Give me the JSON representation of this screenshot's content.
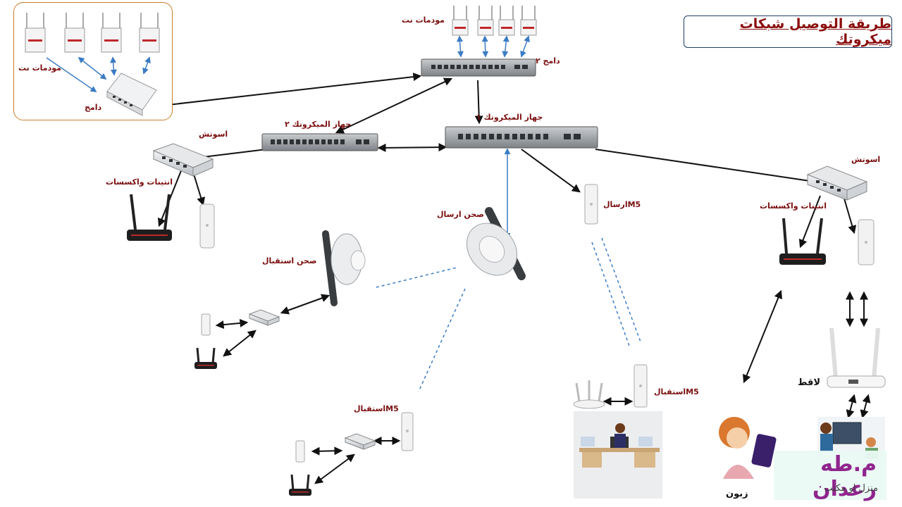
{
  "title": "طريقة التوصيل شبكات ميكروتك",
  "labels": {
    "modems_top": "مودمات نت",
    "modems_left": "مودمات نت",
    "merger_small": "دامج",
    "merger_2": "دامج ٢",
    "mikrotik_1": "جهاز الميكروتك ١",
    "mikrotik_2": "جهاز الميكروتك ٢",
    "switch_left": "اسوتش",
    "switch_right": "اسوتش",
    "antennas_left": "انتينات واكسسات",
    "antennas_right": "انتينات واكسسات",
    "dish_send": "صحن ارسال",
    "dish_receive": "صحن استقبال",
    "m5_send": "M5ارسال",
    "m5_receive_mid": "M5استقبال",
    "m5_receive_bottom": "M5استقبال",
    "receiver": "لاقط",
    "customer": "زبون"
  },
  "brand": {
    "name": "م.طه رعدان",
    "subtitle": "منزل او مكتب"
  },
  "colors": {
    "label": "#7a0d0d",
    "title": "#8a0d0d",
    "group_border": "#c9802a",
    "link_wireless": "#3b7bc4",
    "link_wired": "#111111",
    "router_accent": "#c0282a",
    "brand": "#8b1a88"
  }
}
